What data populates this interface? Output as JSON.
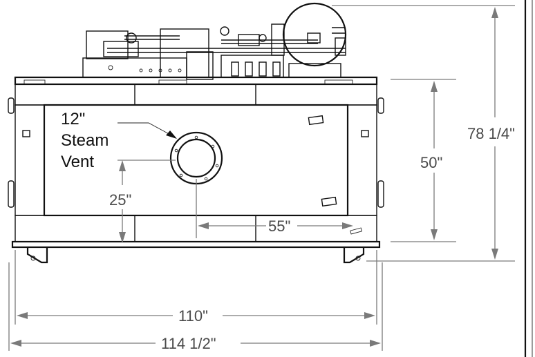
{
  "callout": {
    "line1": "12\"",
    "line2": "Steam",
    "line3": "Vent"
  },
  "dimensions": {
    "vent_height": "25\"",
    "vent_offset": "55\"",
    "body_height": "50\"",
    "overall_height": "78 1/4\"",
    "body_width": "110\"",
    "overall_width": "114 1/2\""
  }
}
